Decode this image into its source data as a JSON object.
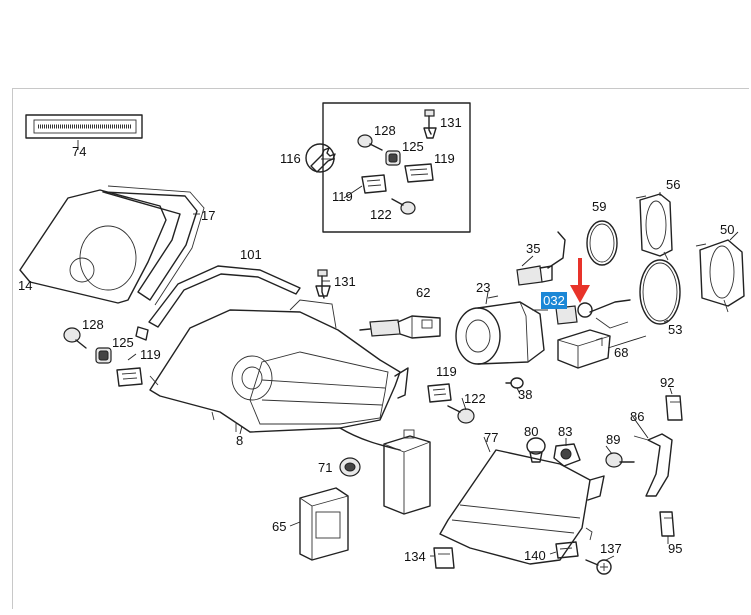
{
  "diagram": {
    "highlight_label": "032",
    "arrow_color": "#e8332a",
    "highlight_color": "#1b87d6",
    "labels": {
      "p74": "74",
      "p116": "116",
      "p128a": "128",
      "p131a": "131",
      "p125a": "125",
      "p119a": "119",
      "p119b": "119",
      "p122a": "122",
      "p17": "17",
      "p14": "14",
      "p101": "101",
      "p131b": "131",
      "p128b": "128",
      "p125b": "125",
      "p119c": "119",
      "p8": "8",
      "p62": "62",
      "p23": "23",
      "p35": "35",
      "p59": "59",
      "p56": "56",
      "p50": "50",
      "p53": "53",
      "p68": "68",
      "p119d": "119",
      "p122b": "122",
      "p38": "38",
      "p92": "92",
      "p86": "86",
      "p80": "80",
      "p83": "83",
      "p89": "89",
      "p77": "77",
      "p71": "71",
      "p65": "65",
      "p134": "134",
      "p140": "140",
      "p137": "137",
      "p95": "95"
    }
  }
}
